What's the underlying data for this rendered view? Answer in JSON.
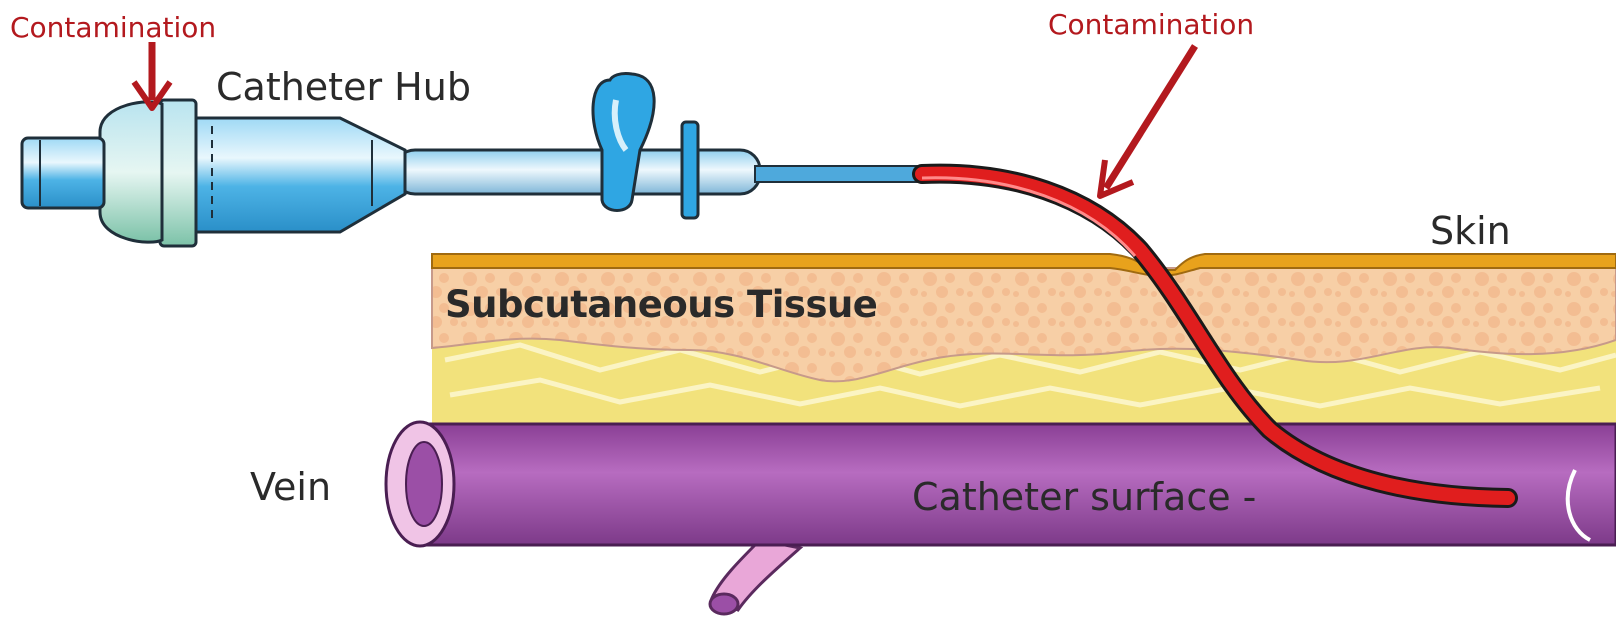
{
  "labels": {
    "contamination_left": "Contamination",
    "contamination_right": "Contamination",
    "catheter_hub": "Catheter Hub",
    "skin": "Skin",
    "subcutaneous_tissue": "Subcutaneous Tissue",
    "vein": "Vein",
    "catheter_surface": "Catheter surface -"
  },
  "colors": {
    "annotation": "#b3191e",
    "catheter_tube": "#e01e1e",
    "hub_blue": "#3fa9e0",
    "skin": "#e8a21c",
    "subcutaneous": "#f5c79a",
    "fat_layer": "#f0e27a",
    "vein": "#9b4fa6",
    "vein_branch": "#e8a6d6"
  }
}
